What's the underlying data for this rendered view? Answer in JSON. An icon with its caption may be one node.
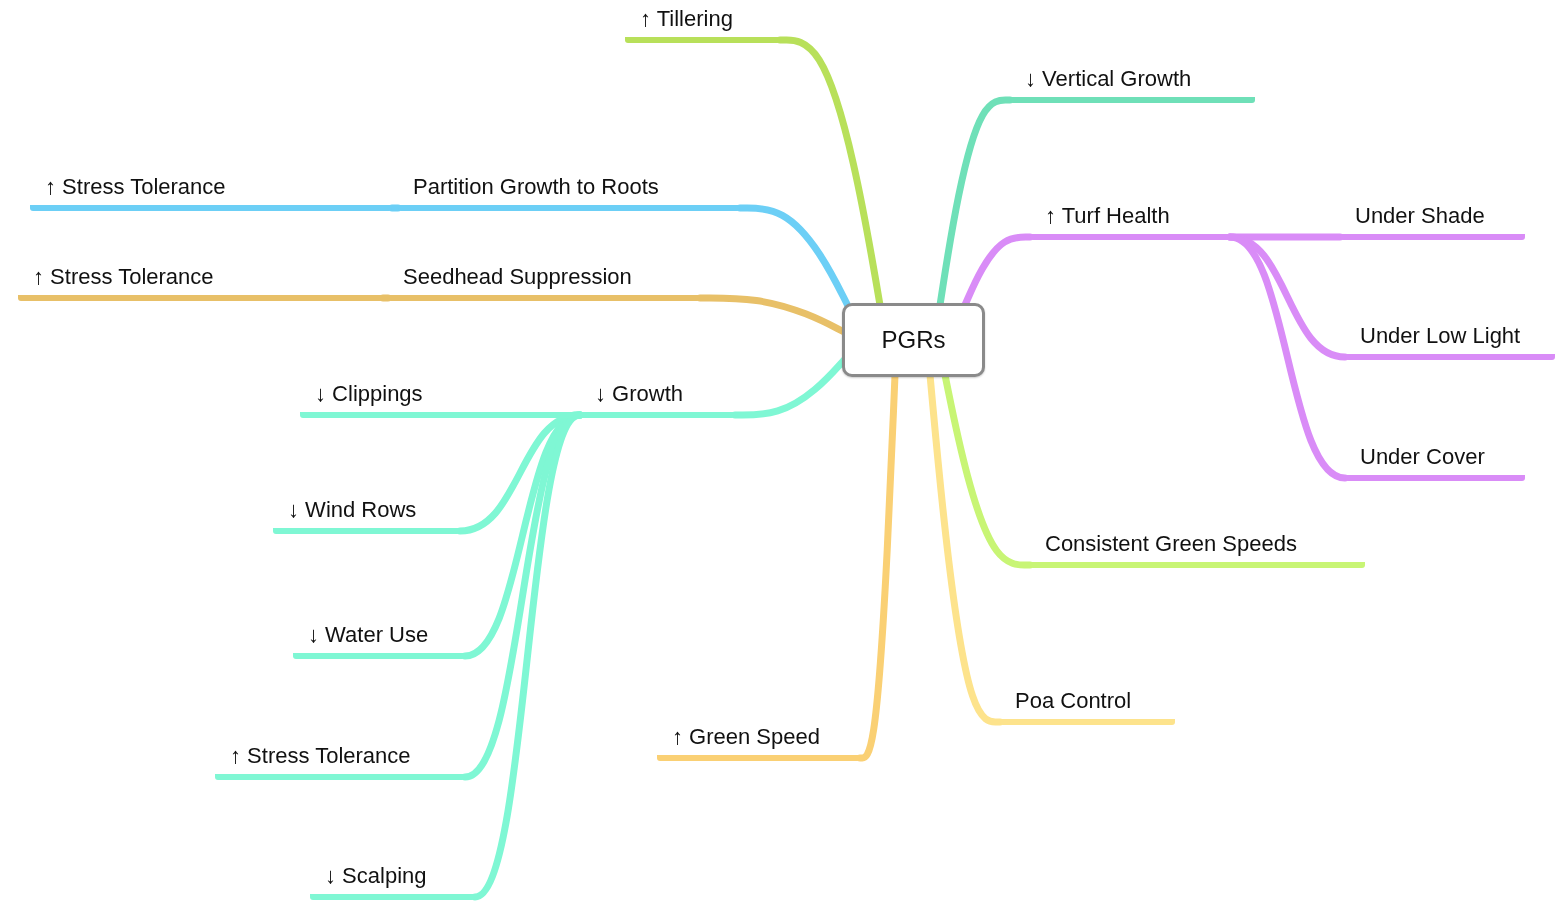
{
  "diagram": {
    "nodes": [
      {
        "text": [
          "PGRs"
        ]
      },
      {
        "text": [
          "↑ Tillering"
        ]
      },
      {
        "text": [
          "↓ Vertical Growth"
        ]
      },
      {
        "text": [
          "Partition Growth to Roots"
        ]
      },
      {
        "text": [
          "↑ Stress Tolerance"
        ]
      },
      {
        "text": [
          "↑ Turf Health"
        ]
      },
      {
        "text": [
          "Under Shade"
        ]
      },
      {
        "text": [
          "Under Low Light"
        ]
      },
      {
        "text": [
          "Under Cover"
        ]
      },
      {
        "text": [
          "Seedhead Suppression"
        ]
      },
      {
        "text": [
          "↑ Stress Tolerance"
        ]
      },
      {
        "text": [
          "↓ Growth"
        ]
      },
      {
        "text": [
          "↓ Clippings"
        ]
      },
      {
        "text": [
          "↓ Wind Rows"
        ]
      },
      {
        "text": [
          "↓ Water Use"
        ]
      },
      {
        "text": [
          "↑ Stress Tolerance"
        ]
      },
      {
        "text": [
          "↓ Scalping"
        ]
      },
      {
        "text": [
          "Consistent Green Speeds"
        ]
      },
      {
        "text": [
          "Poa Control"
        ]
      },
      {
        "text": [
          "↑ Green Speed"
        ]
      }
    ],
    "edges": [
      {
        "from": 0,
        "to": 1,
        "arrow": "none",
        "color": "#b8e05a"
      },
      {
        "from": 0,
        "to": 2,
        "arrow": "none",
        "color": "#6fe0b8"
      },
      {
        "from": 0,
        "to": 3,
        "arrow": "none",
        "color": "#6ccff6"
      },
      {
        "from": 3,
        "to": 4,
        "arrow": "none",
        "color": "#6ccff6"
      },
      {
        "from": 0,
        "to": 5,
        "arrow": "none",
        "color": "#d98cf7"
      },
      {
        "from": 5,
        "to": 6,
        "arrow": "none",
        "color": "#d98cf7"
      },
      {
        "from": 5,
        "to": 7,
        "arrow": "none",
        "color": "#d98cf7"
      },
      {
        "from": 5,
        "to": 8,
        "arrow": "none",
        "color": "#d98cf7"
      },
      {
        "from": 0,
        "to": 9,
        "arrow": "none",
        "color": "#e8c068"
      },
      {
        "from": 9,
        "to": 10,
        "arrow": "none",
        "color": "#e8c068"
      },
      {
        "from": 0,
        "to": 11,
        "arrow": "none"
      },
      {
        "from": 11,
        "to": 12,
        "arrow": "none"
      },
      {
        "from": 11,
        "to": 13,
        "arrow": "none"
      },
      {
        "from": 11,
        "to": 14,
        "arrow": "none"
      },
      {
        "from": 11,
        "to": 15,
        "arrow": "none"
      },
      {
        "from": 11,
        "to": 16,
        "arrow": "none"
      },
      {
        "from": 0,
        "to": 17,
        "arrow": "none",
        "color": "#c8f575"
      },
      {
        "from": 0,
        "to": 18,
        "arrow": "none",
        "color": "#fde38c"
      },
      {
        "from": 0,
        "to": 19,
        "arrow": "none",
        "color": "#fad074"
      }
    ]
  }
}
